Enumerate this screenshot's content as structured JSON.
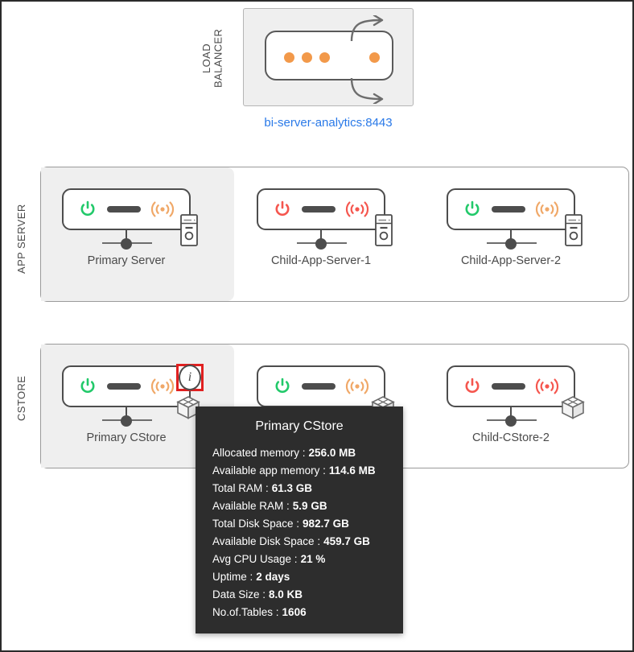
{
  "load_balancer": {
    "section_label": "LOAD\nBALANCER",
    "dots": 4,
    "link_text": "bi-server-analytics:8443",
    "link_color": "#2979e8",
    "dot_color": "#f2994a",
    "arrow_top": "curved-arrow-right-icon",
    "arrow_bottom": "curved-arrow-right-icon"
  },
  "sections": [
    {
      "id": "app-server",
      "label": "APP SERVER",
      "nodes": [
        {
          "name": "Primary Server",
          "status": "online",
          "primary": true,
          "device": "tower",
          "info": false
        },
        {
          "name": "Child-App-Server-1",
          "status": "offline",
          "primary": false,
          "device": "tower",
          "info": false
        },
        {
          "name": "Child-App-Server-2",
          "status": "online",
          "primary": false,
          "device": "tower",
          "info": false
        }
      ]
    },
    {
      "id": "cstore",
      "label": "CSTORE",
      "nodes": [
        {
          "name": "Primary CStore",
          "status": "online",
          "primary": true,
          "device": "cube",
          "info": true,
          "info_selected": true
        },
        {
          "name": "",
          "status": "online",
          "primary": false,
          "device": "cube",
          "info": false
        },
        {
          "name": "Child-CStore-2",
          "status": "offline",
          "primary": false,
          "device": "cube",
          "info": false
        }
      ]
    }
  ],
  "tooltip": {
    "title": "Primary CStore",
    "rows": [
      {
        "key": "Allocated memory :",
        "value": "256.0 MB"
      },
      {
        "key": "Available app memory :",
        "value": "114.6 MB"
      },
      {
        "key": "Total RAM :",
        "value": "61.3 GB"
      },
      {
        "key": "Available RAM :",
        "value": "5.9 GB"
      },
      {
        "key": "Total Disk Space :",
        "value": "982.7 GB"
      },
      {
        "key": "Available Disk Space :",
        "value": "459.7 GB"
      },
      {
        "key": "Avg CPU Usage :",
        "value": "21 %"
      },
      {
        "key": "Uptime :",
        "value": "2 days"
      },
      {
        "key": "Data Size :",
        "value": "8.0 KB"
      },
      {
        "key": "No.of.Tables :",
        "value": "1606"
      }
    ]
  },
  "colors": {
    "online": "#22c96a",
    "offline": "#f5564e",
    "signal_online": "#f0a868",
    "signal_offline": "#f5564e",
    "highlight_bg": "#efefef",
    "tooltip_bg": "#2d2d2d",
    "selection_outline": "#e02020"
  },
  "info_icon_glyph": "i"
}
